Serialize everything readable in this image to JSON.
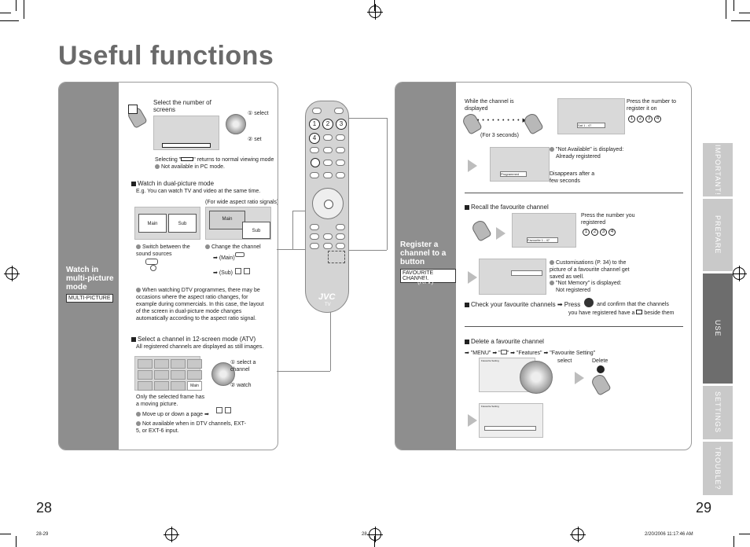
{
  "page_title": "Useful functions",
  "left_panel": {
    "side_title": "Watch in multi-picture mode",
    "tag": "MULTI-PICTURE",
    "select_screens": "Select the number of screens",
    "select": "select",
    "set": "set",
    "selecting_note": "returns to normal viewing mode",
    "selecting_prefix": "Selecting \"",
    "selecting_suffix": "\"",
    "not_available_pc": "Not available in PC mode.",
    "dual_heading": "Watch in dual-picture mode",
    "dual_desc": "E.g. You can watch TV and video at the same time.",
    "wide_note": "(For wide aspect ratio signals)",
    "main": "Main",
    "sub": "Sub",
    "switch_sound": "Switch between the sound sources",
    "change_channel": "Change the channel",
    "main_paren": "(Main)",
    "sub_paren": "(Sub)",
    "dtv_note": "When watching DTV programmes, there may be occasions where the aspect ratio changes, for example during commercials. In this case, the layout of the screen in dual-picture mode changes automatically according to the aspect ratio signal.",
    "twelve_heading": "Select a channel in 12-screen mode (ATV)",
    "twelve_desc": "All registered channels are displayed as still images.",
    "select_a_channel": "select a channel",
    "watch": "watch",
    "only_selected": "Only the selected frame has a moving picture.",
    "move_page": "Move up or down a page",
    "not_available_dtv": "Not available when in DTV channels, EXT-5, or EXT-6 input."
  },
  "right_panel": {
    "side_title": "Register a channel to a button",
    "tag": "FAVOURITE CHANNEL",
    "atv": "(ATV)",
    "while_displayed": "While the channel is displayed",
    "for_3_seconds": "(For 3 seconds)",
    "press_number_register": "Press the number to register it on",
    "sat_label": "Sat    1 - 47",
    "not_available_displayed": "\"Not Available\" is displayed:",
    "already_registered": "Already registered",
    "programmed": "Programmed",
    "disappears": "Disappears after a few seconds",
    "recall_heading": "Recall the favourite channel",
    "press_number_registered": "Press the number you registered",
    "favourite_label": "Favourite  1 - 47",
    "customisations": "Customisations (P. 34) to the picture of a favourite channel get saved as well.",
    "not_memory": "\"Not Memory\" is displayed:",
    "not_registered": "Not registered",
    "check_heading": "Check your favourite channels",
    "press": "Press",
    "confirm_text": "and confirm that the channels",
    "registered_have": "you have registered have a",
    "beside_them": "beside them",
    "delete_heading": "Delete a favourite channel",
    "menu_path_1": "\"MENU\"",
    "menu_path_2": "\"Features\"",
    "menu_path_3": "\"Favourite Setting\"",
    "select": "select",
    "delete": "Delete",
    "favourite_setting": "Favourite Setting",
    "numbers": [
      "1",
      "2",
      "3",
      "4"
    ]
  },
  "remote": {
    "brand": "JVC",
    "model": "TV",
    "keys": [
      "1",
      "2",
      "3",
      "4"
    ]
  },
  "tabs": [
    "IMPORTANT!",
    "PREPARE",
    "USE",
    "SETTINGS",
    "TROUBLE?"
  ],
  "active_tab": "USE",
  "page_left": "28",
  "page_right": "29",
  "footer": {
    "file": "28-29",
    "page": "28",
    "timestamp": "2/20/2006   11:17:46 AM"
  }
}
